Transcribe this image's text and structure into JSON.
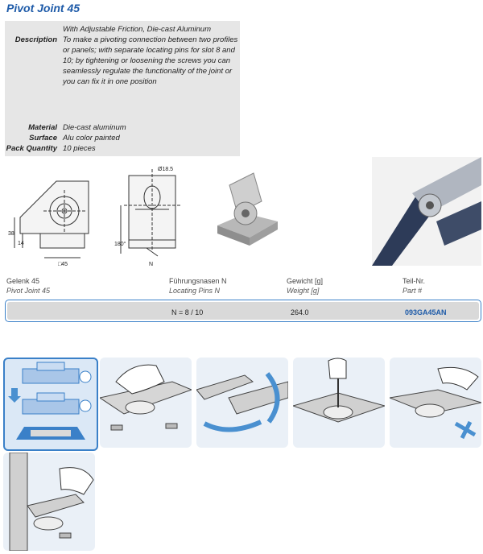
{
  "product": {
    "title": "Pivot Joint 45"
  },
  "specs": {
    "intro": "With Adjustable Friction, Die-cast Aluminum",
    "description_label": "Description",
    "description": "To make a pivoting connection between two profiles or panels; with separate locating pins for slot 8 and 10; by tightening or loosening the screws you can seamlessly regulate the functionality of the joint or you can fix it in one position",
    "material_label": "Material",
    "material": "Die-cast aluminum",
    "surface_label": "Surface",
    "surface": "Alu color painted",
    "pack_label": "Pack Quantity",
    "pack": "10 pieces"
  },
  "drawing": {
    "dim_diameter": "Ø18.5",
    "dim_38": "38",
    "dim_14": "14",
    "dim_45": "□45",
    "dim_180": "180°",
    "dim_n": "N"
  },
  "table": {
    "col1_de": "Gelenk 45",
    "col1_en": "Pivot Joint 45",
    "col2_de": "Führungsnasen N",
    "col2_en": "Locating Pins N",
    "col3_de": "Gewicht [g]",
    "col3_en": "Weight [g]",
    "col4_de": "Teil-Nr.",
    "col4_en": "Part #",
    "row": {
      "pins": "N = 8 / 10",
      "weight": "264.0",
      "part": "093GA45AN"
    }
  },
  "colors": {
    "accent": "#1d5aa8",
    "panel_border": "#3a80c8",
    "arrow": "#4a90d0"
  }
}
